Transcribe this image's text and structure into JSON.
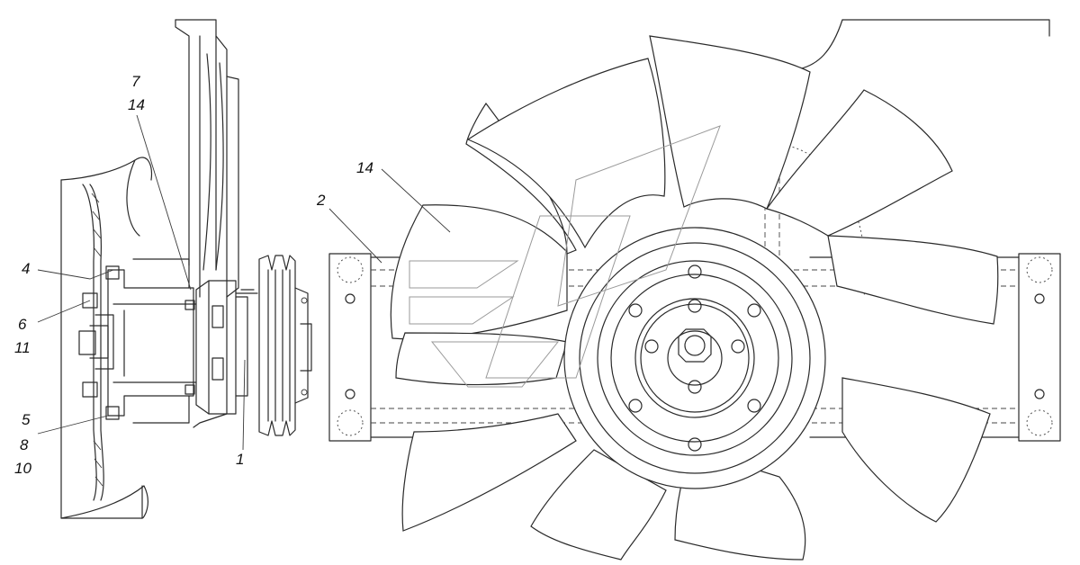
{
  "callouts": {
    "c1": "1",
    "c2": "2",
    "c4": "4",
    "c5": "5",
    "c6": "6",
    "c7": "7",
    "c8": "8",
    "c10": "10",
    "c11": "11",
    "c14_left": "14",
    "c14_right": "14"
  },
  "colors": {
    "line": "#2a2a2a",
    "background": "#ffffff",
    "watermark": "#9a9a9a"
  }
}
